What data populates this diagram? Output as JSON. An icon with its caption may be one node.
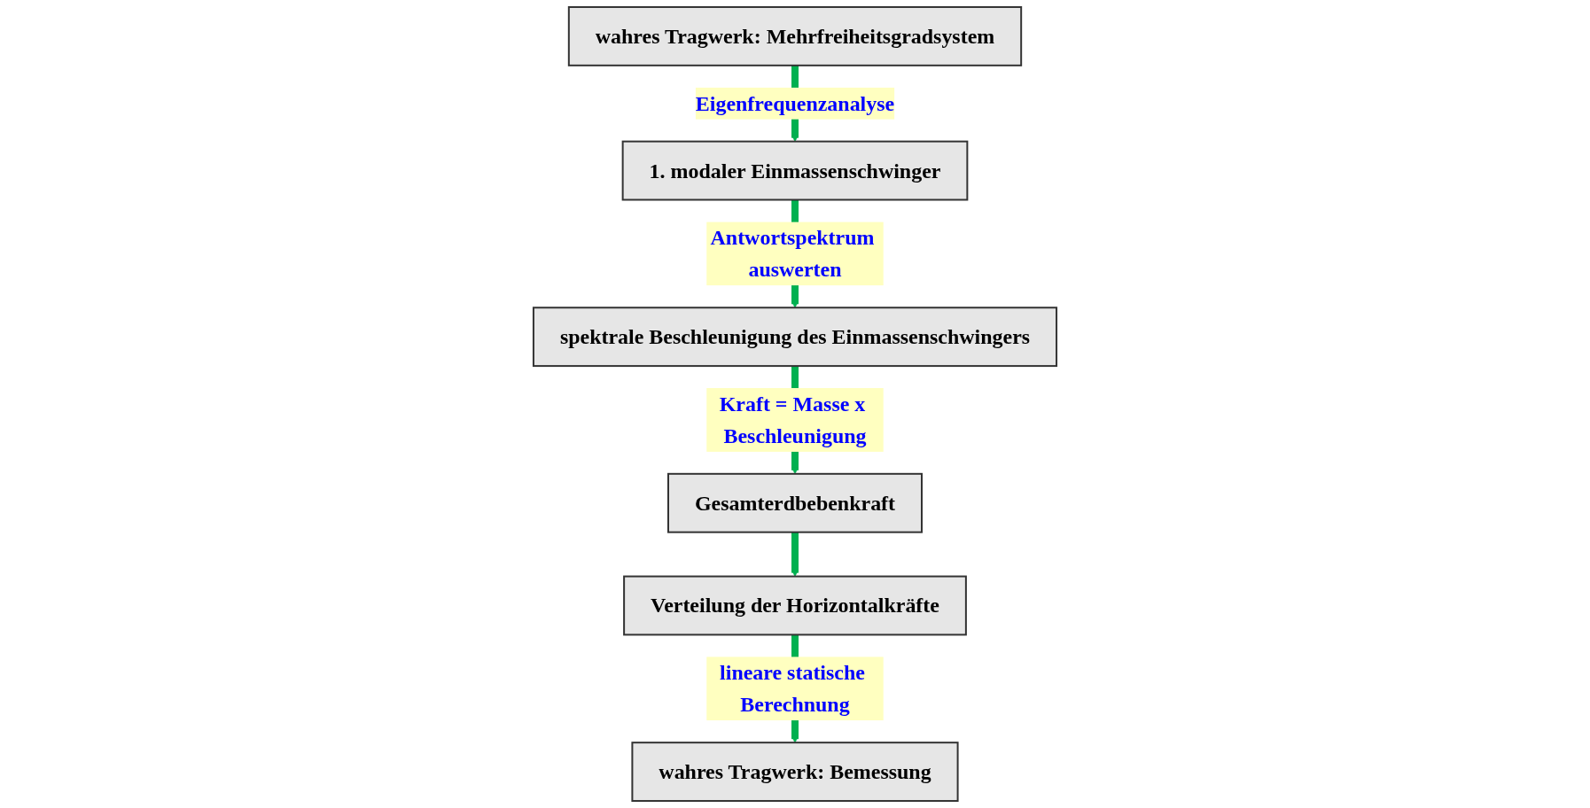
{
  "diagram": {
    "nodes": [
      {
        "text": [
          "wahres Tragwerk: Mehrfreiheitsgradsystem"
        ]
      },
      {
        "text": [
          "1. modaler Einmassenschwinger"
        ]
      },
      {
        "text": [
          "spektrale Beschleunigung des Einmassenschwingers"
        ]
      },
      {
        "text": [
          "Gesamterdbebenkraft"
        ]
      },
      {
        "text": [
          "Verteilung der Horizontalkräfte"
        ]
      },
      {
        "text": [
          "wahres Tragwerk: Bemessung"
        ]
      }
    ],
    "edges": [
      {
        "from": 0,
        "to": 1,
        "arrow": "to",
        "label": "Eigenfrequenzanalyse"
      },
      {
        "from": 1,
        "to": 2,
        "arrow": "to",
        "label": "Antwortspektrum auswerten"
      },
      {
        "from": 2,
        "to": 3,
        "arrow": "to",
        "label": "Kraft = Masse x Beschleunigung"
      },
      {
        "from": 3,
        "to": 4,
        "arrow": "to"
      },
      {
        "from": 4,
        "to": 5,
        "arrow": "to",
        "label": "lineare statische Berechnung"
      }
    ]
  }
}
